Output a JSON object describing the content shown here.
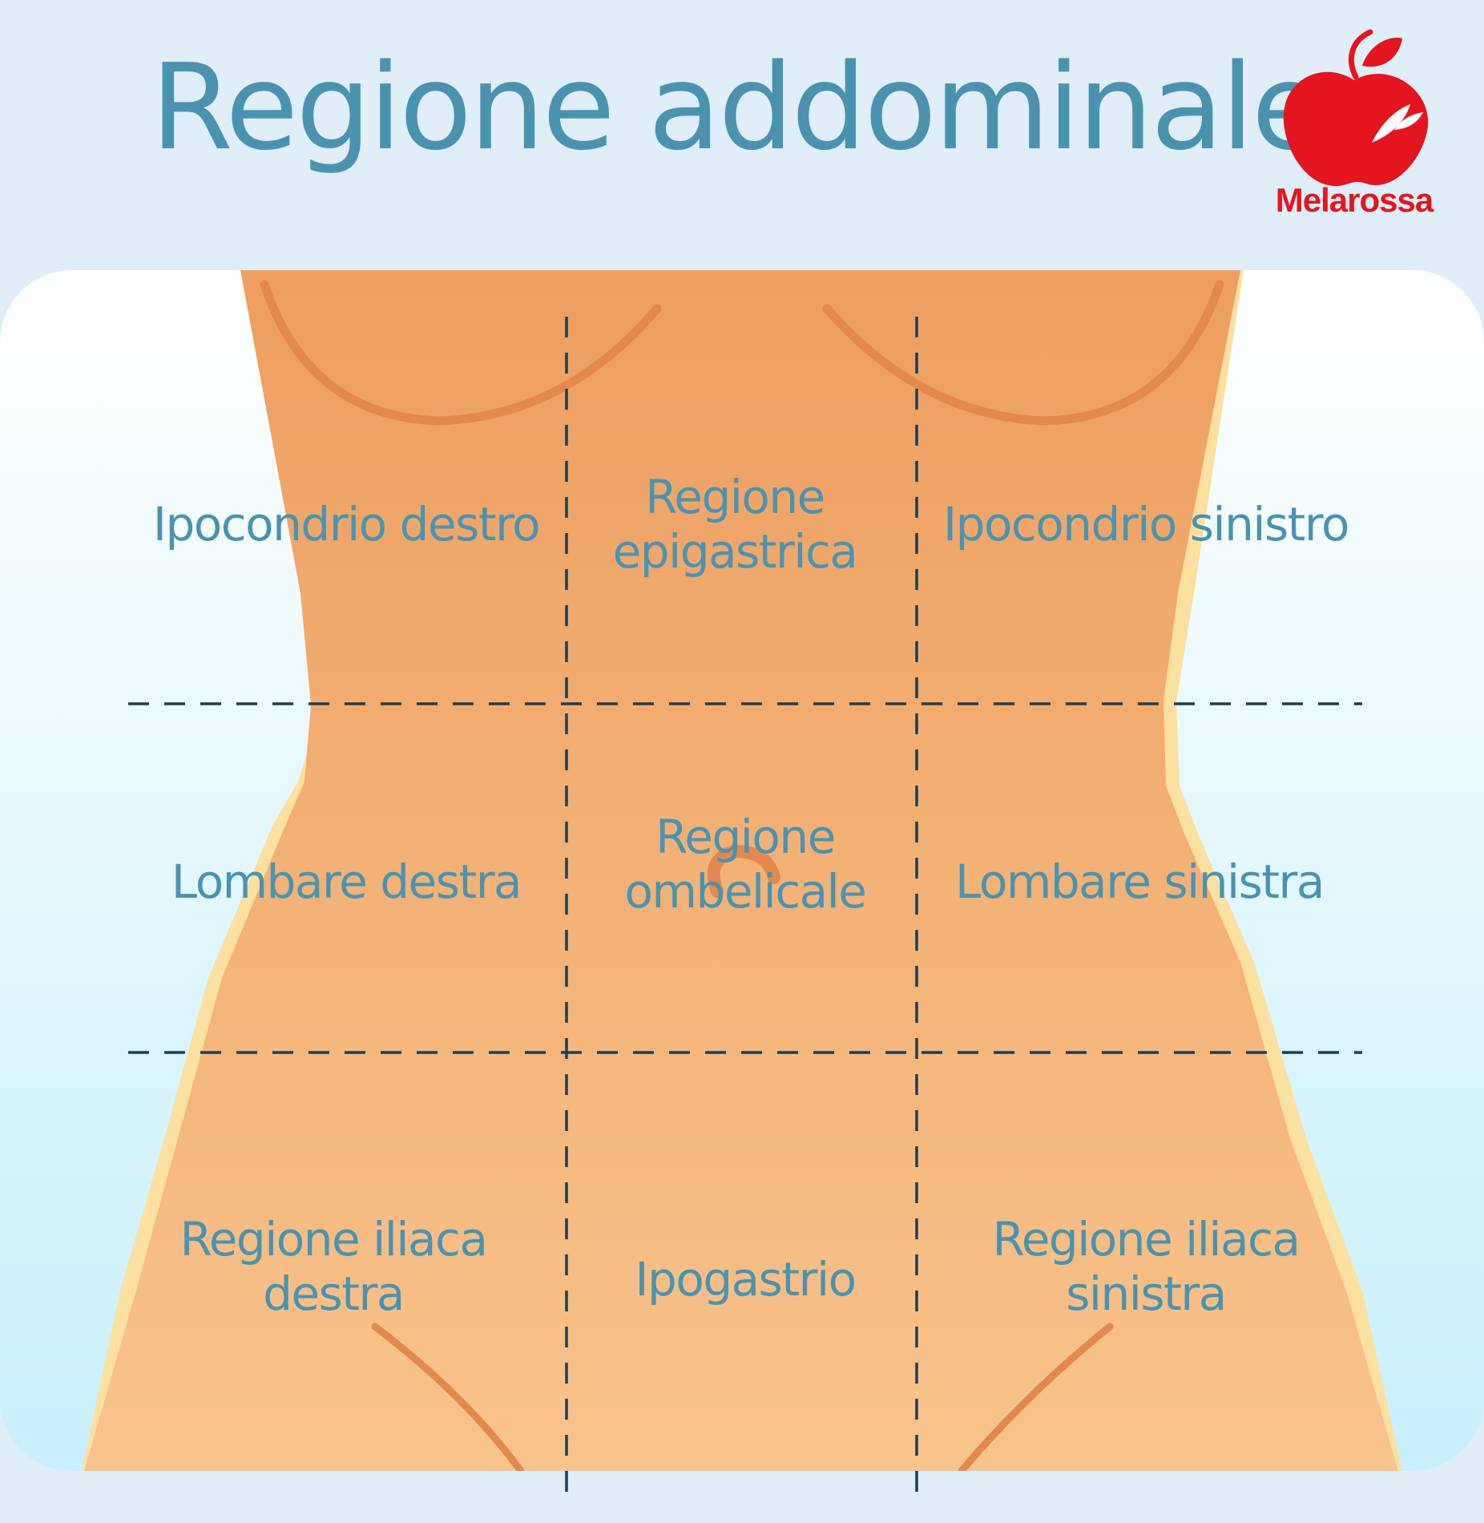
{
  "title": "Regione addominale",
  "brand": {
    "name": "Melarossa",
    "icon": "apple-icon",
    "color": "#e3161f"
  },
  "colors": {
    "background": "#dfeef9",
    "panel": "#ffffff",
    "skin_top": "#ee9e60",
    "skin_bottom": "#f8c48c",
    "outline": "#fbe0a0",
    "crease": "#e3884f",
    "text": "#4a93b0",
    "grid_line": "#1e3d52"
  },
  "regions": [
    {
      "id": "ipocondrio-destro",
      "lines": [
        "Ipocondrio destro"
      ]
    },
    {
      "id": "regione-epigastrica",
      "lines": [
        "Regione",
        "epigastrica"
      ]
    },
    {
      "id": "ipocondrio-sinistro",
      "lines": [
        "Ipocondrio sinistro"
      ]
    },
    {
      "id": "lombare-destra",
      "lines": [
        "Lombare destra"
      ]
    },
    {
      "id": "regione-ombelicale",
      "lines": [
        "Regione",
        "ombelicale"
      ]
    },
    {
      "id": "lombare-sinistra",
      "lines": [
        "Lombare sinistra"
      ]
    },
    {
      "id": "regione-iliaca-destra",
      "lines": [
        "Regione iliaca",
        "destra"
      ]
    },
    {
      "id": "ipogastrio",
      "lines": [
        "Ipogastrio"
      ]
    },
    {
      "id": "regione-iliaca-sinistra",
      "lines": [
        "Regione iliaca",
        "sinistra"
      ]
    }
  ]
}
